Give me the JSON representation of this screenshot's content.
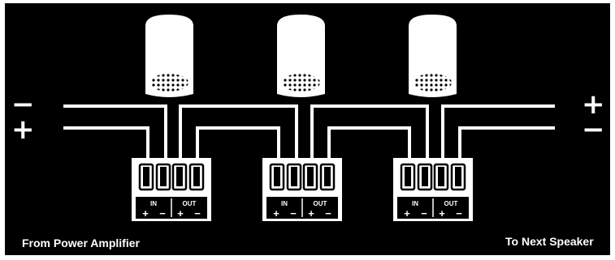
{
  "captions": {
    "left": "From Power Amplifier",
    "right": "To Next Speaker"
  },
  "polarity": {
    "left_top": "−",
    "left_bottom": "+",
    "right_top": "+",
    "right_bottom": "−"
  },
  "terminal_block": {
    "in_label": "IN",
    "out_label": "OUT",
    "plus": "+",
    "minus": "−"
  },
  "speakers": [
    {
      "id": "speaker-1"
    },
    {
      "id": "speaker-2"
    },
    {
      "id": "speaker-3"
    }
  ],
  "colors": {
    "background": "#000000",
    "wire": "#ffffff",
    "block": "#ffffff",
    "text": "#ffffff"
  }
}
